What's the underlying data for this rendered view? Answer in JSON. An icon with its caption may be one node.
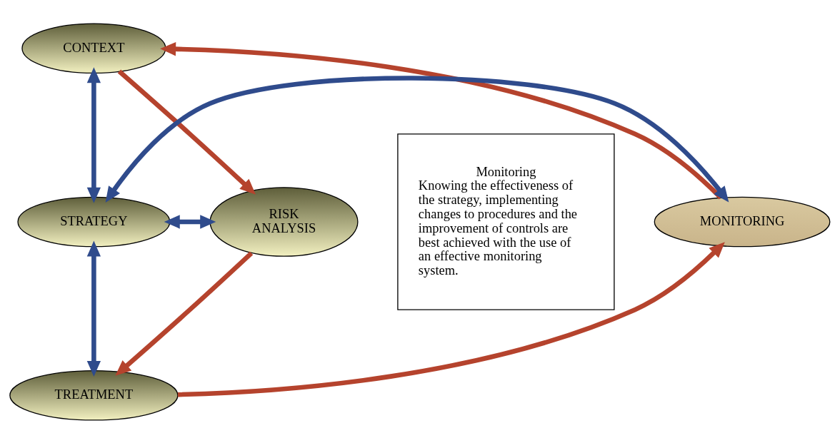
{
  "diagram": {
    "nodes": [
      {
        "text": [
          "CONTEXT"
        ]
      },
      {
        "text": [
          "MONITORING"
        ]
      },
      {
        "text": [
          "STRATEGY"
        ]
      },
      {
        "text": [
          "RISK ANALYSIS"
        ]
      },
      {
        "text": [
          "TREATMENT"
        ]
      },
      {
        "text": [
          "Monitoring",
          "Knowing the effectiveness of the strategy, implementing changes to procedures and the improvement of controls are best achieved with the use of an effective monitoring system."
        ]
      }
    ],
    "edges": [
      {
        "from": 1,
        "to": 0,
        "arrow": "to",
        "color": "#b5432d"
      },
      {
        "from": 0,
        "to": 3,
        "arrow": "to",
        "color": "#b5432d"
      },
      {
        "from": 3,
        "to": 4,
        "arrow": "to",
        "color": "#b5432d"
      },
      {
        "from": 4,
        "to": 1,
        "arrow": "to",
        "color": "#b5432d"
      },
      {
        "from": 0,
        "to": 2,
        "arrow": "both",
        "color": "#2f4b8c"
      },
      {
        "from": 1,
        "to": 2,
        "arrow": "both",
        "color": "#2f4b8c"
      },
      {
        "from": 2,
        "to": 3,
        "arrow": "both",
        "color": "#2f4b8c"
      },
      {
        "from": 2,
        "to": 4,
        "arrow": "both",
        "color": "#2f4b8c"
      }
    ]
  }
}
